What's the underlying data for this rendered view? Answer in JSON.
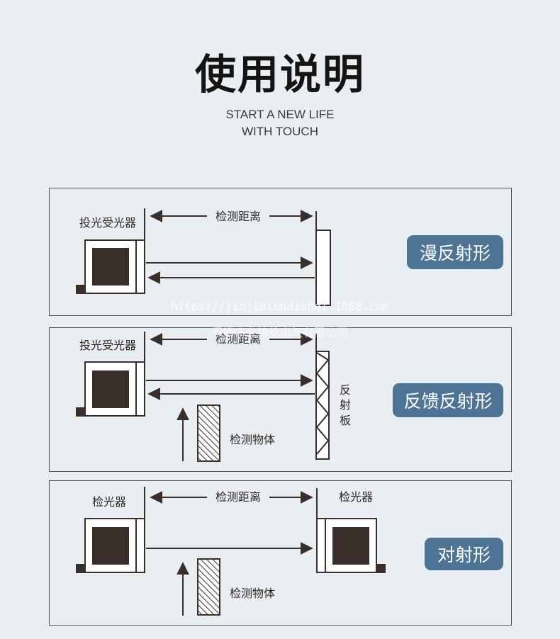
{
  "title": "使用说明",
  "subtitle_lines": [
    "START A NEW LIFE",
    "WITH TOUCH"
  ],
  "colors": {
    "background": "#e9eef3",
    "ink": "#3a2e2a",
    "badge": "#4d7395"
  },
  "panels": [
    {
      "type_label": "漫反射形",
      "sensor_label": "投光受光器",
      "distance_label": "检测距离"
    },
    {
      "type_label": "反馈反射形",
      "sensor_label": "投光受光器",
      "distance_label": "检测距离",
      "reflector_label": [
        "反",
        "射",
        "板"
      ],
      "object_label": "检测物体"
    },
    {
      "type_label": "对射形",
      "sensor_label": "检光器",
      "receiver_label": "检光器",
      "distance_label": "检测距离",
      "object_label": "检测物体"
    }
  ],
  "watermark": {
    "url": "https://jiujielundianqi.1688.com",
    "company": "乐清市久捷伦电气有限公司"
  }
}
